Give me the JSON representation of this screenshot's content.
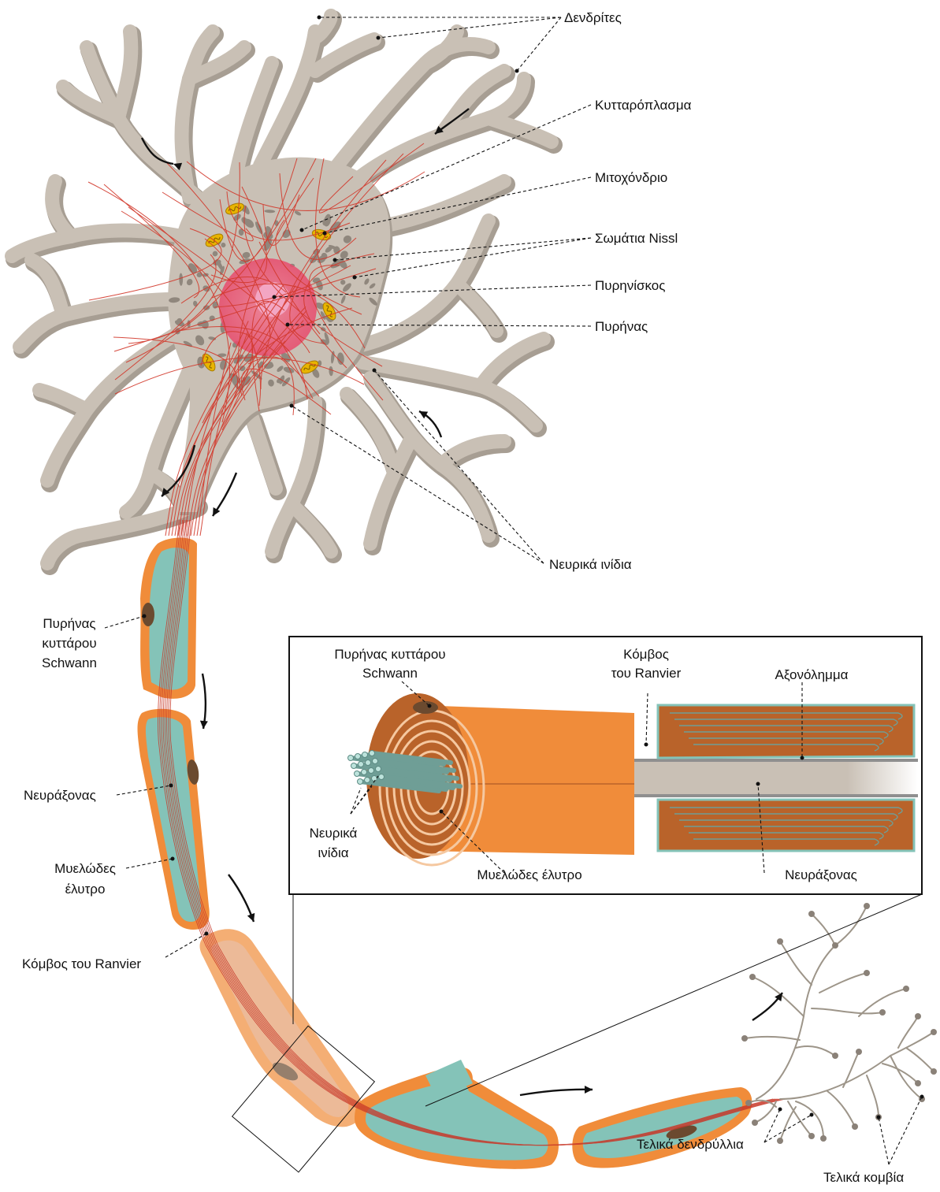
{
  "colors": {
    "cell": "#c9c0b5",
    "cell_edge": "#8f8679",
    "cell_shadow": "#a79e93",
    "fibril": "#d2382b",
    "nissl": "#8a8178",
    "nucleus": "#ee5f7c",
    "nucleolus": "#f3a6c3",
    "mitochondrion": "#e8b400",
    "myelin": "#f08c3a",
    "myelin_dark": "#b9632a",
    "axon_core": "#84c3b8",
    "schwann_nucleus": "#6b4a2f",
    "membrane": "#8f8f8f"
  },
  "labels": {
    "dendrites": "Δενδρίτες",
    "cytoplasm": "Κυτταρόπλασμα",
    "mitochondrion": "Μιτοχόνδριο",
    "nissl": "Σωμάτια Nissl",
    "nucleolus": "Πυρηνίσκος",
    "nucleus": "Πυρήνας",
    "neurofibrils": "Νευρικά ινίδια",
    "schwann_nucleus_1": "Πυρήνας",
    "schwann_nucleus_2": "κυττάρου",
    "schwann_nucleus_3": "Schwann",
    "axon": "Νευράξονας",
    "myelin_1": "Μυελώδες",
    "myelin_2": "έλυτρο",
    "ranvier": "Κόμβος του Ranvier",
    "terminal_branches": "Τελικά δενδρύλλια",
    "terminal_buttons": "Τελικά κομβία"
  },
  "inset": {
    "schwann_nucleus_1": "Πυρήνας κυττάρου",
    "schwann_nucleus_2": "Schwann",
    "ranvier_1": "Κόμβος",
    "ranvier_2": "του Ranvier",
    "axolemma": "Αξονόλημμα",
    "neurofibrils_1": "Νευρικά",
    "neurofibrils_2": "ινίδια",
    "myelin": "Μυελώδες έλυτρο",
    "axon": "Νευράξονας"
  }
}
